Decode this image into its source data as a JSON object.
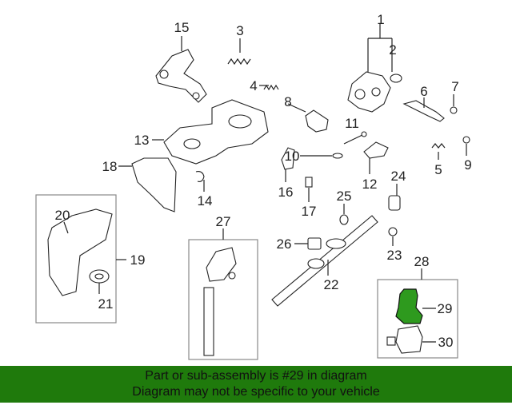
{
  "diagram": {
    "callouts": [
      "1",
      "2",
      "3",
      "4",
      "5",
      "6",
      "7",
      "8",
      "9",
      "10",
      "11",
      "12",
      "13",
      "14",
      "15",
      "16",
      "17",
      "18",
      "19",
      "20",
      "21",
      "22",
      "23",
      "24",
      "25",
      "26",
      "27",
      "28",
      "29",
      "30"
    ],
    "highlight_color": "#2e9a1e"
  },
  "footer": {
    "line1": "Part or sub-assembly is #29 in diagram",
    "line2": "Diagram may not be specific to your vehicle",
    "background": "#1f7a0c"
  }
}
